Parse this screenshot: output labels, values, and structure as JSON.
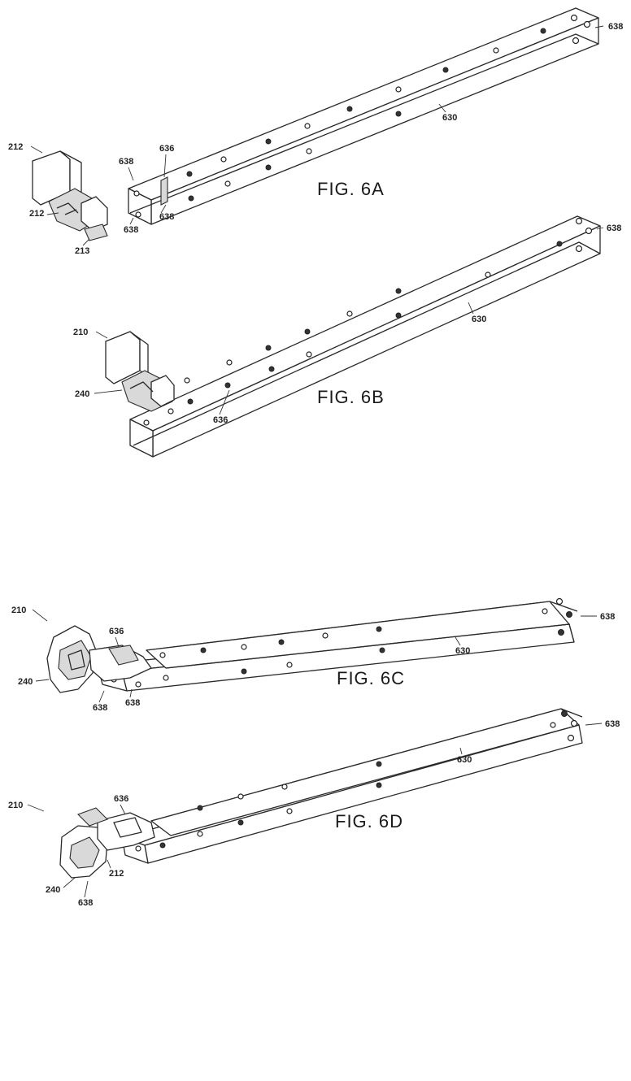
{
  "figures": [
    {
      "id": "6A",
      "caption": "FIG. 6A",
      "labels": {
        "assembly": "212",
        "rail": "630",
        "rail_end": "638",
        "insert": "636",
        "left_top": "638",
        "left_bottom": "638",
        "left_mid": "638",
        "part_a": "212",
        "part_b": "213"
      }
    },
    {
      "id": "6B",
      "caption": "FIG. 6B",
      "labels": {
        "assembly": "210",
        "rail": "630",
        "rail_end": "638",
        "connector": "240",
        "lower": "636"
      }
    },
    {
      "id": "6C",
      "caption": "FIG. 6C",
      "labels": {
        "assembly": "210",
        "rail": "630",
        "rail_end": "638",
        "connector": "240",
        "insert": "636",
        "left_a": "638",
        "left_b": "638"
      }
    },
    {
      "id": "6D",
      "caption": "FIG. 6D",
      "labels": {
        "assembly": "210",
        "rail": "630",
        "rail_end": "638",
        "insert": "636",
        "connector": "240",
        "part": "212",
        "lower": "638"
      }
    }
  ]
}
